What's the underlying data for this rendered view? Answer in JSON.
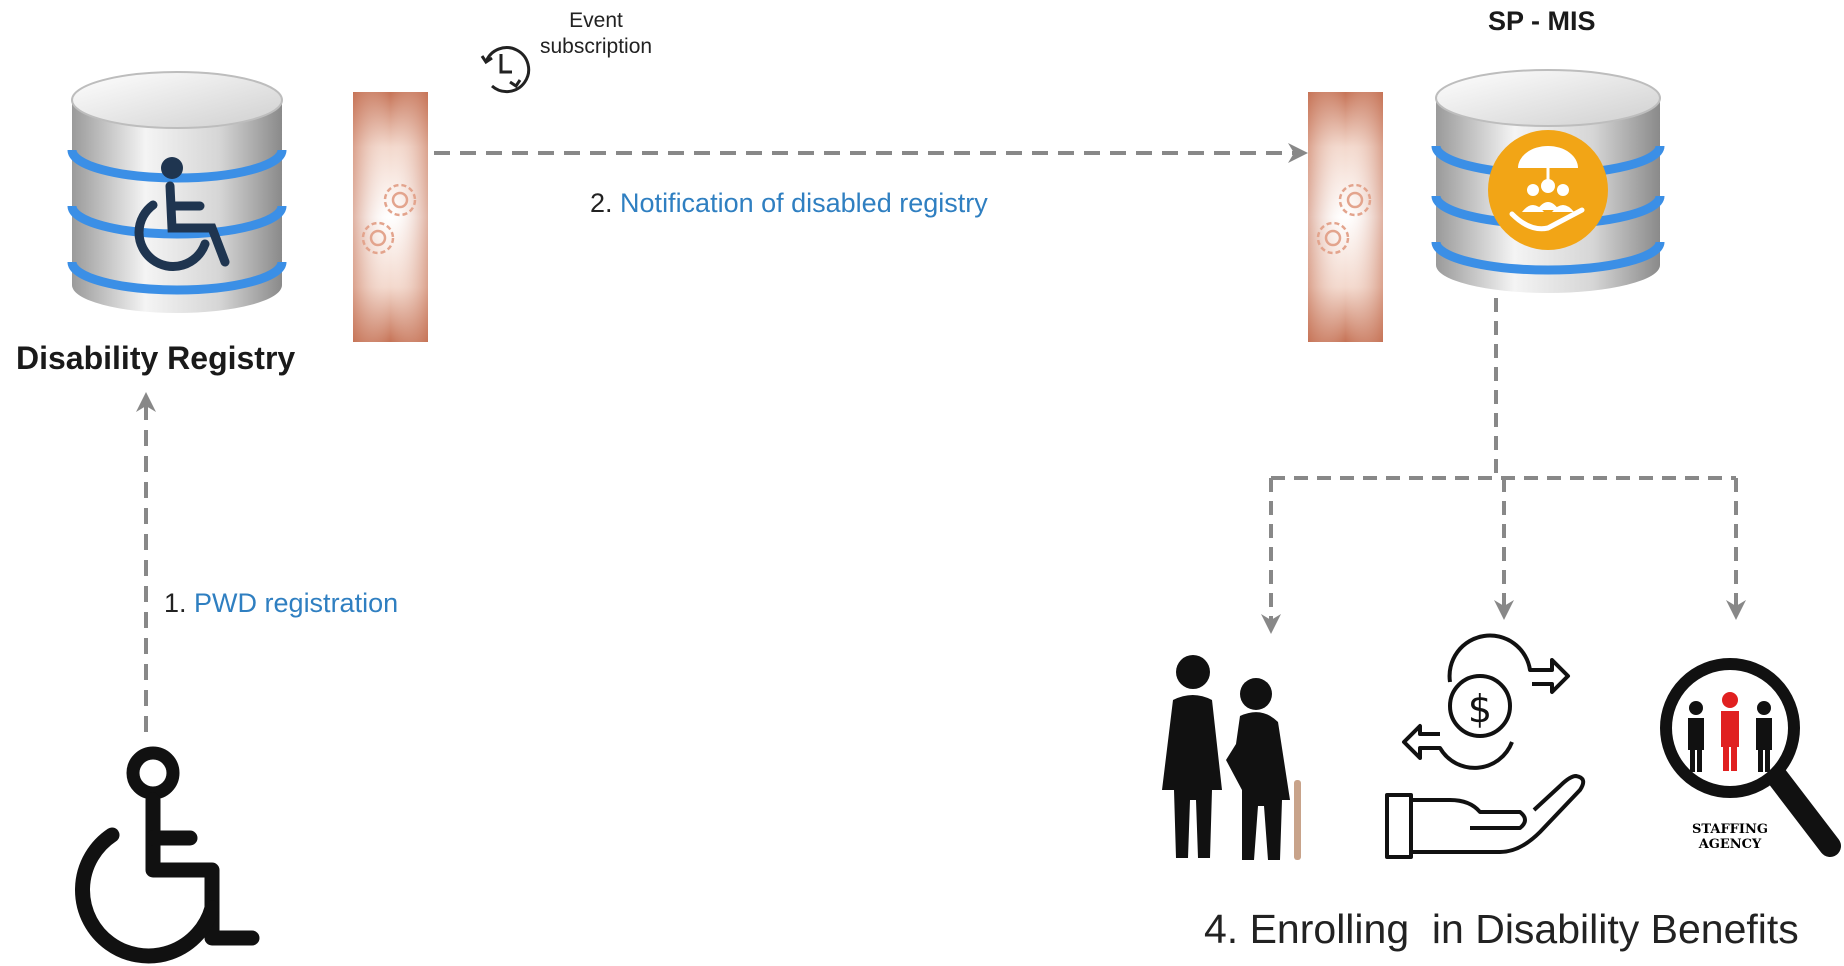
{
  "nodes": {
    "disability_registry": {
      "label": "Disability Registry"
    },
    "sp_mis": {
      "label": "SP - MIS"
    },
    "event_subscription": {
      "line1": "Event",
      "line2": "subscription"
    }
  },
  "edges": {
    "step1": {
      "number": "1.",
      "label": "PWD registration"
    },
    "step2": {
      "number": "2.",
      "label": "Notification of disabled registry"
    }
  },
  "benefits": {
    "label": "4. Enrolling  in Disability Benefits",
    "staffing_agency_line1": "STAFFING",
    "staffing_agency_line2": "AGENCY"
  },
  "colors": {
    "arrow": "#888888",
    "step_text": "#2f7fc1",
    "db_stripe": "#3b8fe6",
    "gateway": "#c9785a",
    "benefit_icon": "#f2a516"
  }
}
